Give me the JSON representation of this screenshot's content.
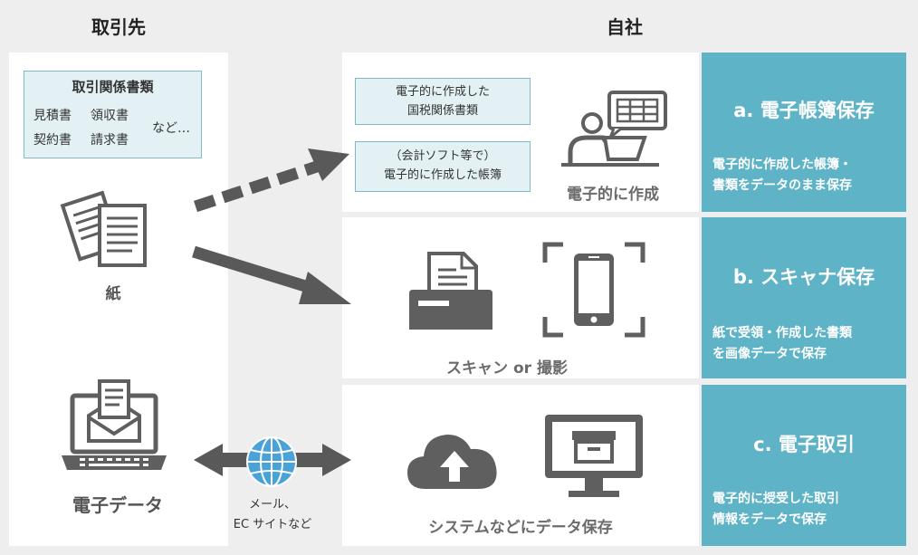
{
  "left_column": {
    "title": "取引先",
    "doc_box": {
      "heading": "取引関係書類",
      "items": [
        "見積書",
        "領収書",
        "契約書",
        "請求書"
      ],
      "etc": "など…"
    },
    "paper_label": "紙",
    "digital_label": "電子データ"
  },
  "middle": {
    "transfer_label_line1": "メール、",
    "transfer_label_line2": "EC サイトなど"
  },
  "right_column": {
    "title": "自社",
    "rows": [
      {
        "box1": [
          "電子的に作成した",
          "国税関係書類"
        ],
        "box2": [
          "（会計ソフト等で）",
          "電子的に作成した帳簿"
        ],
        "caption": "電子的に作成",
        "category_title": "a. 電子帳簿保存",
        "category_desc": [
          "電子的に作成した帳簿・",
          "書類をデータのまま保存"
        ]
      },
      {
        "caption": "スキャン or 撮影",
        "category_title": "b. スキャナ保存",
        "category_desc": [
          "紙で受領・作成した書類",
          "を画像データで保存"
        ]
      },
      {
        "caption": "システムなどにデータ保存",
        "category_title": "c. 電子取引",
        "category_desc": [
          "電子的に授受した取引",
          "情報をデータで保存"
        ]
      }
    ]
  },
  "colors": {
    "background": "#eeeeee",
    "panel": "#ffffff",
    "accent_blue": "#5fb3c6",
    "light_blue": "#e3f1f4",
    "icon_gray": "#5f5f5f",
    "arrow_gray": "#595959",
    "globe_blue": "#4aa3d8"
  },
  "icons": [
    "documents-icon",
    "laptop-mail-icon",
    "person-computer-icon",
    "printer-scanner-icon",
    "smartphone-icon",
    "cloud-upload-icon",
    "monitor-archive-icon",
    "globe-icon"
  ]
}
